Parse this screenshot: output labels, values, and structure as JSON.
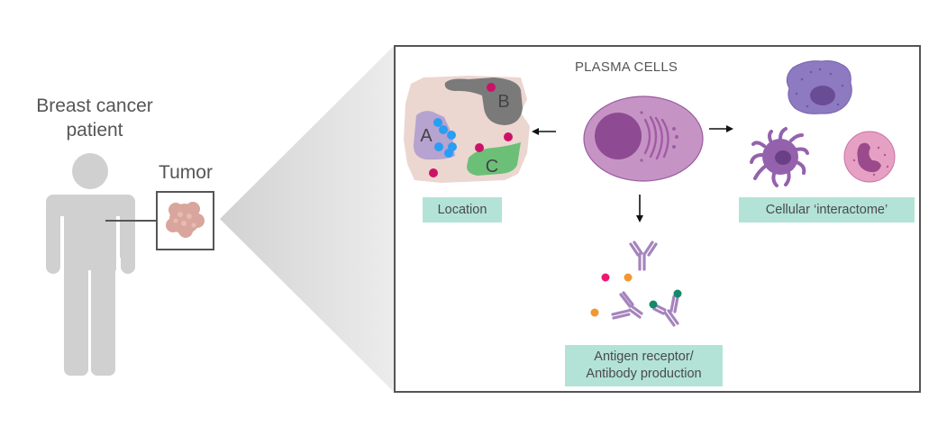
{
  "patient": {
    "title_line1": "Breast cancer",
    "title_line2": "patient",
    "icon": "person-silhouette-icon"
  },
  "tumor": {
    "label": "Tumor",
    "icon": "tumor-tissue-icon"
  },
  "panel": {
    "title": "PLASMA CELLS",
    "center_icon": "plasma-cell-icon",
    "outputs": [
      {
        "label": "Location",
        "direction": "left",
        "icon": "tissue-map-icon",
        "regions": [
          "A",
          "B",
          "C"
        ]
      },
      {
        "label": "Cellular ‘interactome’",
        "direction": "right",
        "icons": [
          "macrophage-icon",
          "dendritic-cell-icon",
          "neutrophil-icon"
        ]
      },
      {
        "label_line1": "Antigen receptor/",
        "label_line2": "Antibody production",
        "direction": "down",
        "icons": [
          "antibody-icon",
          "antigen-dot-icon"
        ]
      }
    ]
  },
  "colors": {
    "tag_bg": "#b3e3d6",
    "panel_border": "#555555",
    "silhouette": "#d0d0d0",
    "plasma_cell": "#c594c4",
    "plasma_nucleus": "#8e4a92",
    "tissue_bg": "#ecd6d0",
    "region_a": "#b6a3cf",
    "region_b": "#7a7a7a",
    "region_c": "#6cbf77",
    "dot_blue": "#2a9df4",
    "dot_magenta": "#cc1267",
    "dot_orange": "#f2972e",
    "dot_green": "#138a6b",
    "antibody": "#a584bd"
  }
}
